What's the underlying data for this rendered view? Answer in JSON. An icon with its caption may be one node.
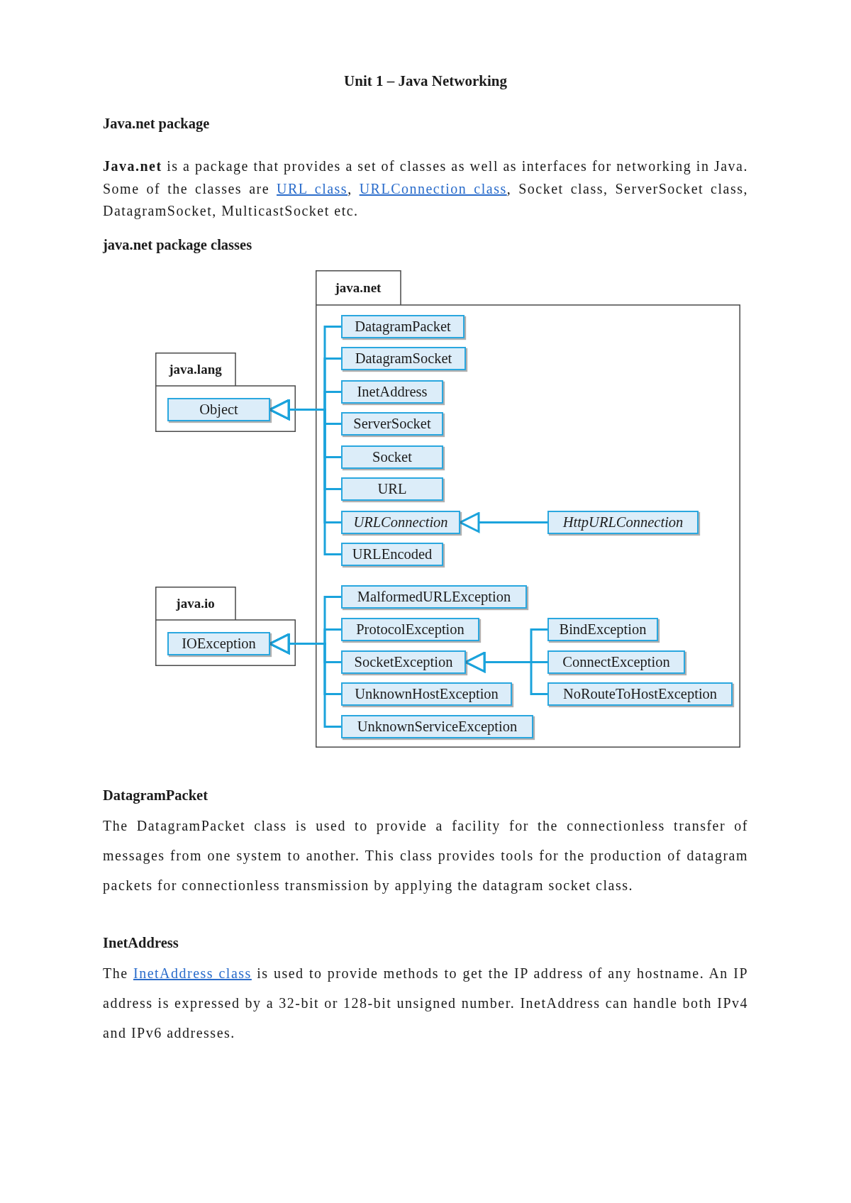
{
  "diagram": {
    "title": "Unit 1 – Java Networking",
    "nodes": [
      {
        "text": [
          "java.net"
        ]
      },
      {
        "text": [
          "DatagramPacket"
        ],
        "in": 0
      },
      {
        "text": [
          "DatagramSocket"
        ],
        "in": 0
      },
      {
        "text": [
          "InetAddress"
        ],
        "in": 0
      },
      {
        "text": [
          "ServerSocket"
        ],
        "in": 0
      },
      {
        "text": [
          "Socket"
        ],
        "in": 0
      },
      {
        "text": [
          "URL"
        ],
        "in": 0
      },
      {
        "text": [
          "URLConnection"
        ],
        "in": 0
      },
      {
        "text": [
          "HttpURLConnection"
        ],
        "in": 0
      },
      {
        "text": [
          "URLEncoded"
        ],
        "in": 0
      },
      {
        "text": [
          "MalformedURLException"
        ],
        "in": 0
      },
      {
        "text": [
          "ProtocolException"
        ],
        "in": 0
      },
      {
        "text": [
          "SocketException"
        ],
        "in": 0
      },
      {
        "text": [
          "BindException"
        ],
        "in": 0
      },
      {
        "text": [
          "ConnectException"
        ],
        "in": 0
      },
      {
        "text": [
          "NoRouteToHostException"
        ],
        "in": 0
      },
      {
        "text": [
          "UnknownHostException"
        ],
        "in": 0
      },
      {
        "text": [
          "UnknownServiceException"
        ],
        "in": 0
      },
      {
        "text": [
          "java.lang"
        ]
      },
      {
        "text": [
          "Object"
        ],
        "in": 18
      },
      {
        "text": [
          "java.io"
        ]
      },
      {
        "text": [
          "IOException"
        ],
        "in": 20
      }
    ],
    "edges": [
      {
        "from": 1,
        "to": 19,
        "arrow": "to"
      },
      {
        "from": 2,
        "to": 19,
        "arrow": "to"
      },
      {
        "from": 3,
        "to": 19,
        "arrow": "to"
      },
      {
        "from": 4,
        "to": 19,
        "arrow": "to"
      },
      {
        "from": 5,
        "to": 19,
        "arrow": "to"
      },
      {
        "from": 6,
        "to": 19,
        "arrow": "to"
      },
      {
        "from": 7,
        "to": 19,
        "arrow": "to"
      },
      {
        "from": 9,
        "to": 19,
        "arrow": "to"
      },
      {
        "from": 8,
        "to": 7,
        "arrow": "to"
      },
      {
        "from": 10,
        "to": 21,
        "arrow": "to"
      },
      {
        "from": 11,
        "to": 21,
        "arrow": "to"
      },
      {
        "from": 12,
        "to": 21,
        "arrow": "to"
      },
      {
        "from": 16,
        "to": 21,
        "arrow": "to"
      },
      {
        "from": 17,
        "to": 21,
        "arrow": "to"
      },
      {
        "from": 13,
        "to": 12,
        "arrow": "to"
      },
      {
        "from": 14,
        "to": 12,
        "arrow": "to"
      },
      {
        "from": 15,
        "to": 12,
        "arrow": "to"
      }
    ],
    "labels": [
      "Java.net package",
      "**Java.net** is a package that provides a set of classes as well as interfaces for networking in Java. Some of the classes are",
      "URL class",
      ",",
      "URLConnection class",
      ", Socket class, ServerSocket class, DatagramSocket, MulticastSocket etc.",
      "java.net package classes",
      "DatagramPacket",
      "The DatagramPacket class is used to provide a facility for the connectionless transfer of messages from one system to another. This class provides tools for the production of datagram packets for connectionless transmission by applying the datagram socket class.",
      "InetAddress",
      "The",
      "InetAddress class",
      "is used to provide methods to get the IP address of any hostname. An IP address is expressed by a 32-bit or 128-bit unsigned number. InetAddress can handle both IPv4 and IPv6 addresses."
    ]
  }
}
